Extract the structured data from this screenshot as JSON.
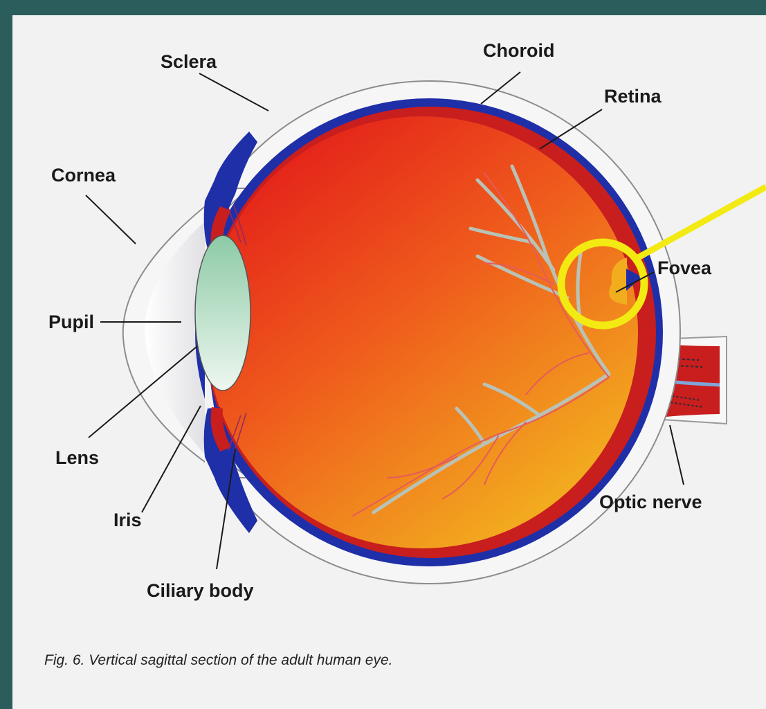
{
  "labels": {
    "sclera": "Sclera",
    "choroid": "Choroid",
    "retina": "Retina",
    "cornea": "Cornea",
    "fovea": "Fovea",
    "pupil": "Pupil",
    "lens": "Lens",
    "iris": "Iris",
    "ciliary_body": "Ciliary body",
    "optic_nerve": "Optic nerve"
  },
  "caption": "Fig. 6. Vertical sagittal section of the adult human eye.",
  "colors": {
    "slide_background": "#2c5d5d",
    "panel": "#f2f2f2",
    "choroid": "#1f2fa8",
    "retina": "#c81e1e",
    "vitreous_top": "#e8321e",
    "vitreous_bottom": "#f0a81c",
    "lens": "#9fd3b4",
    "vessels": "#b9c2b6",
    "highlight": "#f2ea12"
  }
}
